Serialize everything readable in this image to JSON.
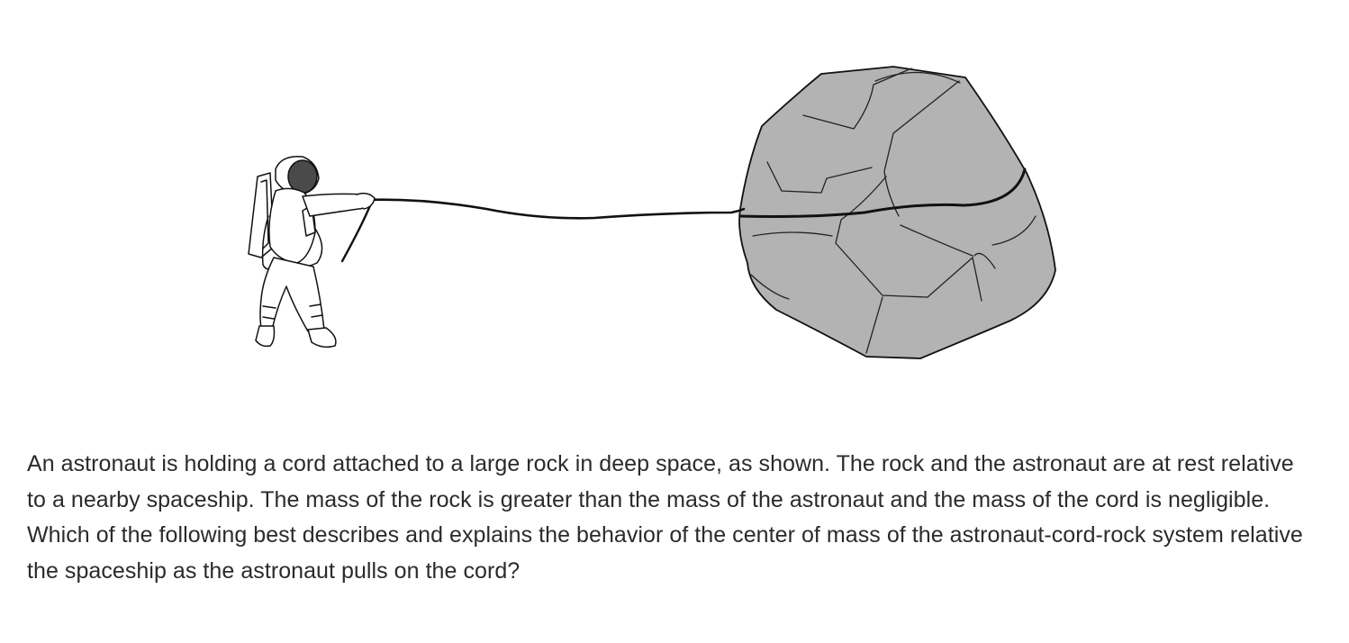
{
  "figure": {
    "objects": [
      "astronaut",
      "cord",
      "rock"
    ],
    "colors": {
      "rock_fill": "#b3b3b3",
      "helmet_visor": "#4a4a4a",
      "line": "#111111",
      "text": "#2b2b2b"
    }
  },
  "question": {
    "text": "An astronaut is holding a cord attached to a large rock in deep space, as shown. The rock and the astronaut are at rest relative to a nearby spaceship. The mass of the rock is greater than the mass of the astronaut and the mass of the cord is negligible. Which of the following best describes and explains the behavior of the center of mass of the astronaut-cord-rock system relative the spaceship as the astronaut pulls on the cord?"
  }
}
